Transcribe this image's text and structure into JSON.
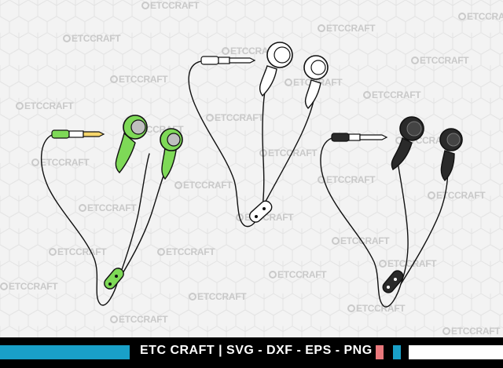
{
  "watermark": {
    "text": "ETCCRAFT"
  },
  "footer": {
    "label": "ETC CRAFT | SVG - DXF - EPS - PNG"
  },
  "colors": {
    "cyan": "#19a0c8",
    "pink": "#e9787c",
    "green": "#7ed957",
    "dark": "#2a2a2a",
    "white": "#ffffff"
  },
  "icons": [
    "earphones-green",
    "earphones-white",
    "earphones-black"
  ]
}
